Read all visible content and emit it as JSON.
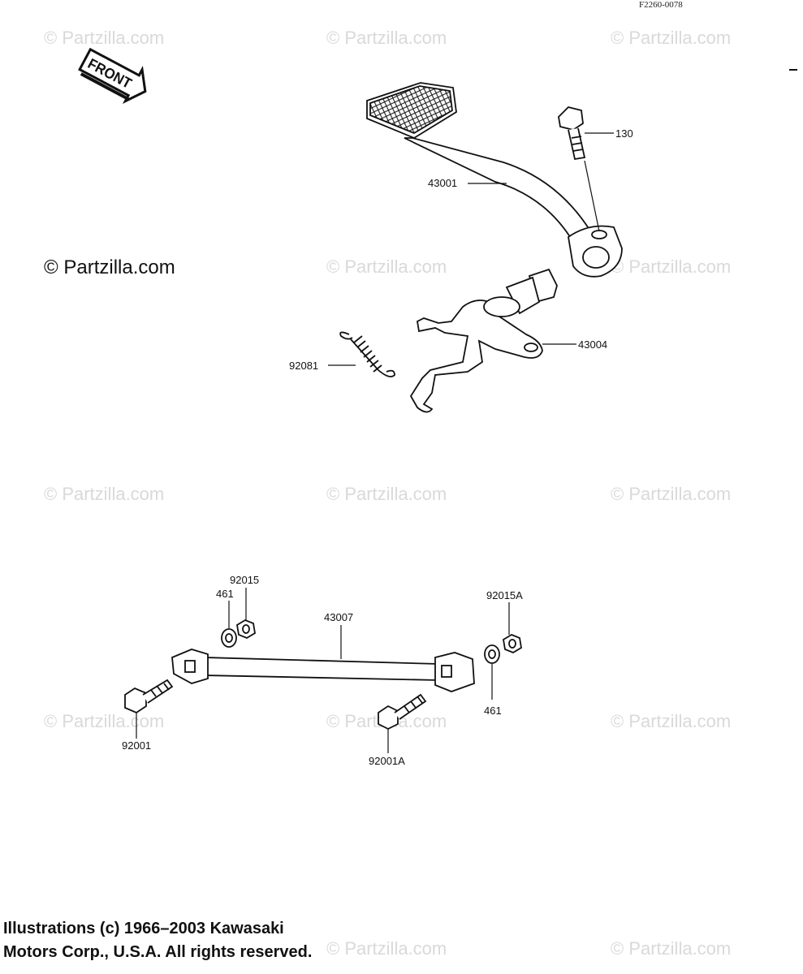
{
  "figure_code": "F2260-0078",
  "front_arrow_label": "FRONT",
  "watermark_text": "© Partzilla.com",
  "copyright_line1": "Illustrations (c) 1966–2003 Kawasaki",
  "copyright_line2": "Motors Corp., U.S.A.  All rights reserved.",
  "parts": {
    "p130": "130",
    "p43001": "43001",
    "p43004": "43004",
    "p92081": "92081",
    "p92015": "92015",
    "p461a": "461",
    "p43007": "43007",
    "p92015A": "92015A",
    "p461b": "461",
    "p92001": "92001",
    "p92001A": "92001A"
  }
}
